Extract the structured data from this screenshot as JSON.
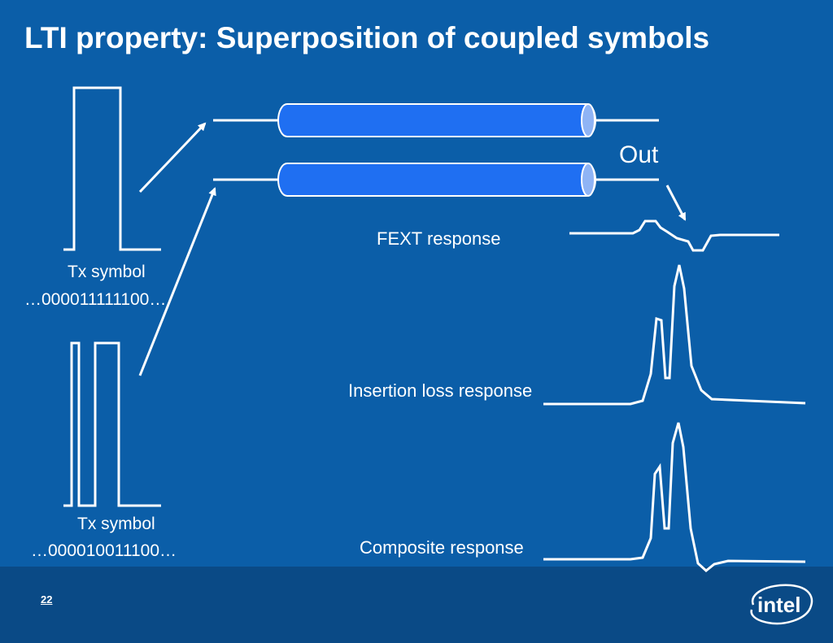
{
  "title": "LTI property: Superposition of coupled symbols",
  "tx_symbol_1": {
    "label": "Tx symbol",
    "bits": "…000011111100…"
  },
  "tx_symbol_2": {
    "label": "Tx symbol",
    "bits": "…000010011100…"
  },
  "out_label": "Out",
  "fext_label": "FEXT response",
  "insertion_loss_label": "Insertion loss response",
  "composite_label": "Composite response",
  "page_number": "22",
  "logo_text": "intel",
  "colors": {
    "background": "#0b5ea8",
    "footer": "#0a4a86",
    "cable": "#1f6ff2",
    "cable_end": "#8fb4f5",
    "stroke": "#ffffff"
  }
}
